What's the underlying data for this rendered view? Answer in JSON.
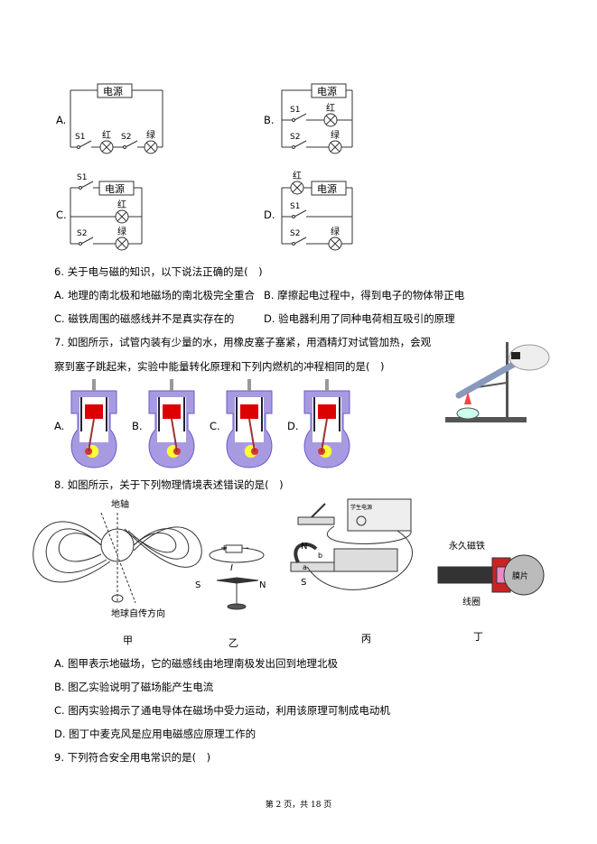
{
  "circuits": {
    "options": [
      "A.",
      "B.",
      "C.",
      "D."
    ],
    "power": "电源",
    "red": "红",
    "green": "绿",
    "s1": "S1",
    "s2": "S2"
  },
  "q6": {
    "stem": "6. 关于电与磁的知识，以下说法正确的是(　)",
    "A": "A. 地理的南北极和地磁场的南北极完全重合",
    "B": "B. 摩擦起电过程中，得到电子的物体带正电",
    "C": "C. 磁铁周围的磁感线并不是真实存在的",
    "D": "D. 验电器利用了同种电荷相互吸引的原理"
  },
  "q7": {
    "stem1": "7. 如图所示，试管内装有少量的水，用橡皮塞子塞紧，用酒精灯对试管加热，会观",
    "stem2": "察到塞子跳起来，实验中能量转化原理和下列内燃机的冲程相同的是(　)",
    "options": [
      "A.",
      "B.",
      "C.",
      "D."
    ]
  },
  "q8": {
    "stem": "8. 如图所示，关于下列物理情境表述错误的是(　)",
    "fig_labels": {
      "axis": "地轴",
      "rotation": "地球自传方向",
      "jia": "甲",
      "yi": "乙",
      "bing": "丙",
      "ding": "丁",
      "plus": "+",
      "minus": "-",
      "current": "I",
      "S": "S",
      "N": "N",
      "magnet": "永久磁铁",
      "coil": "线圈",
      "diaphragm": "膜片",
      "power_supply": "学生电源",
      "a": "a",
      "b": "b"
    },
    "A": "A. 图甲表示地磁场，它的磁感线由地理南极发出回到地理北极",
    "B": "B. 图乙实验说明了磁场能产生电流",
    "C": "C. 图丙实验揭示了通电导体在磁场中受力运动，利用该原理可制成电动机",
    "D": "D. 图丁中麦克风是应用电磁感应原理工作的"
  },
  "q9": {
    "stem": "9. 下列符合安全用电常识的是(　)"
  },
  "footer": "第 2 页，共 18 页"
}
